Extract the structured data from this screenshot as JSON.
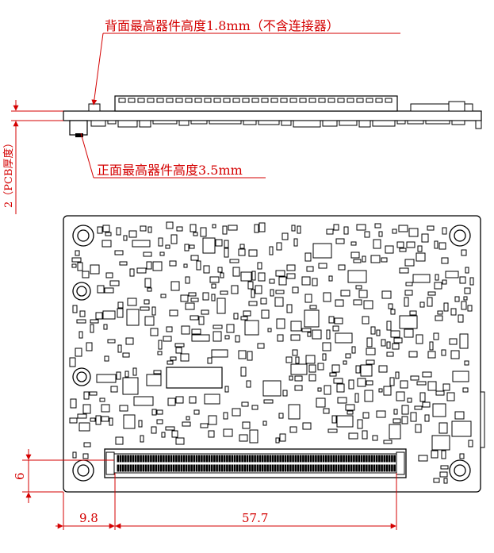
{
  "annotations": {
    "back_height": "背面最高器件高度1.8mm（不含连接器）",
    "front_height": "正面最高器件高度3.5mm",
    "pcb_thickness": "2（PCB厚度）"
  },
  "dimensions": {
    "connector_offset_y": "6",
    "connector_offset_x": "9.8",
    "connector_length": "57.7"
  },
  "colors": {
    "annotation": "#d40000",
    "drawing": "#000000"
  }
}
